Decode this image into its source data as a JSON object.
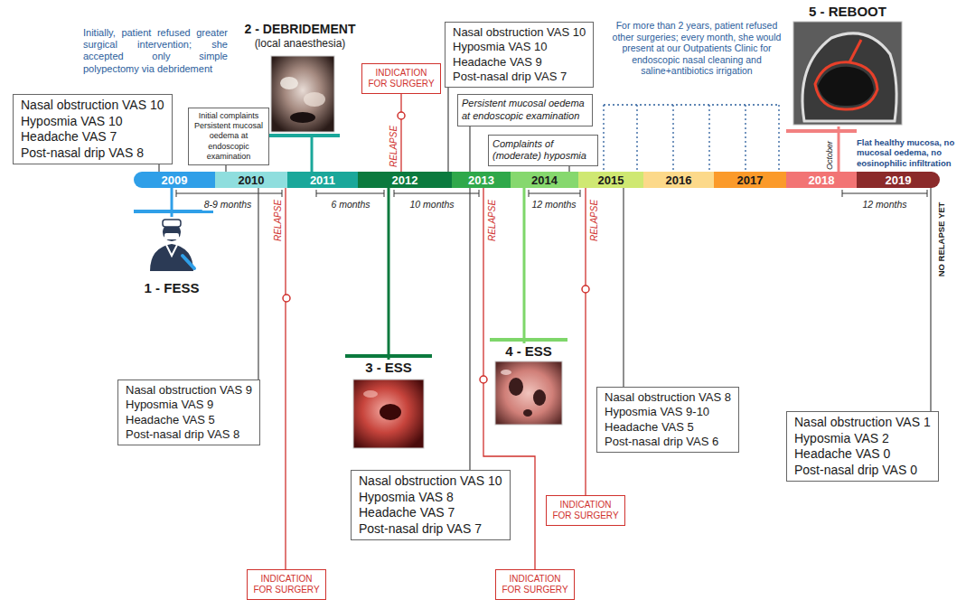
{
  "diagram": {
    "nodes": [
      {
        "text": [
          "2009"
        ]
      },
      {
        "text": [
          "2010"
        ]
      },
      {
        "text": [
          "2011"
        ]
      },
      {
        "text": [
          "2012"
        ]
      },
      {
        "text": [
          "2013"
        ]
      },
      {
        "text": [
          "2014"
        ]
      },
      {
        "text": [
          "2015"
        ]
      },
      {
        "text": [
          "2016"
        ]
      },
      {
        "text": [
          "2017"
        ]
      },
      {
        "text": [
          "2018"
        ]
      },
      {
        "text": [
          "2019"
        ]
      },
      {
        "text": [
          "Nasal obstruction VAS 10",
          "Hyposmia VAS 10",
          "Headache VAS 7",
          "Post-nasal drip VAS 8"
        ]
      },
      {
        "text": [
          "Initial complaints",
          "Persistent mucosal oedema at endoscopic examination"
        ]
      },
      {
        "text": [
          "1 - FESS"
        ]
      },
      {
        "text": [
          "2 - DEBRIDEMENT",
          "(local anaesthesia)"
        ]
      },
      {
        "text": [
          "INDICATION FOR SURGERY"
        ]
      },
      {
        "text": [
          "Nasal obstruction VAS 10",
          "Hyposmia VAS 10",
          "Headache VAS 9",
          "Post-nasal drip VAS 7"
        ]
      },
      {
        "text": [
          "Persistent mucosal oedema at endoscopic examination"
        ]
      },
      {
        "text": [
          "Complaints of (moderate) hyposmia"
        ]
      },
      {
        "text": [
          "Nasal obstruction VAS 9",
          "Hyposmia VAS 9",
          "Headache VAS 5",
          "Post-nasal drip VAS 8"
        ]
      },
      {
        "text": [
          "INDICATION FOR SURGERY"
        ]
      },
      {
        "text": [
          "3 - ESS"
        ]
      },
      {
        "text": [
          "Nasal obstruction VAS 10",
          "Hyposmia VAS 8",
          "Headache VAS 7",
          "Post-nasal drip VAS 7"
        ]
      },
      {
        "text": [
          "INDICATION FOR SURGERY"
        ]
      },
      {
        "text": [
          "4 - ESS"
        ]
      },
      {
        "text": [
          "Nasal obstruction VAS 8",
          "Hyposmia VAS 9-10",
          "Headache VAS 5",
          "Post-nasal drip VAS 6"
        ]
      },
      {
        "text": [
          "INDICATION FOR SURGERY"
        ]
      },
      {
        "text": [
          "5 - REBOOT"
        ]
      },
      {
        "text": [
          "Nasal obstruction VAS 1",
          "Hyposmia VAS 2",
          "Headache VAS 0",
          "Post-nasal drip VAS 0"
        ]
      }
    ],
    "edges": [
      {
        "from": 11,
        "to": 0,
        "arrow": "none"
      },
      {
        "from": 12,
        "to": 1,
        "arrow": "none"
      },
      {
        "from": 0,
        "to": 13,
        "arrow": "none"
      },
      {
        "from": 14,
        "to": 2,
        "arrow": "none"
      },
      {
        "from": 3,
        "to": 15,
        "label": "RELAPSE",
        "arrow": "none"
      },
      {
        "from": 16,
        "to": 3,
        "arrow": "none"
      },
      {
        "from": 17,
        "to": 4,
        "arrow": "none"
      },
      {
        "from": 18,
        "to": 5,
        "arrow": "none"
      },
      {
        "from": 1,
        "to": 19,
        "arrow": "none"
      },
      {
        "from": 1,
        "to": 20,
        "label": "RELAPSE",
        "arrow": "none"
      },
      {
        "from": 3,
        "to": 21,
        "arrow": "none"
      },
      {
        "from": 4,
        "to": 22,
        "arrow": "none"
      },
      {
        "from": 4,
        "to": 23,
        "label": "RELAPSE",
        "arrow": "none"
      },
      {
        "from": 5,
        "to": 24,
        "arrow": "none"
      },
      {
        "from": 6,
        "to": 25,
        "arrow": "none"
      },
      {
        "from": 6,
        "to": 26,
        "label": "RELAPSE",
        "arrow": "none"
      },
      {
        "from": 27,
        "to": 9,
        "arrow": "none"
      },
      {
        "from": 10,
        "to": 28,
        "label": "NO RELAPSE YET",
        "arrow": "none"
      }
    ],
    "labels": [
      "Initially, patient refused greater surgical intervention; she accepted only simple polypectomy via debridement",
      "8-9 months",
      "6 months",
      "10 months",
      "12 months",
      "For more than 2 years, patient refused other surgeries; every month, she would present at our Outpatients Clinic for endoscopic nasal cleaning and saline+antibiotics irrigation",
      "October",
      "Flat healthy mucosa, no mucosal oedema, no eosinophilic infiltration",
      "12 months"
    ]
  }
}
